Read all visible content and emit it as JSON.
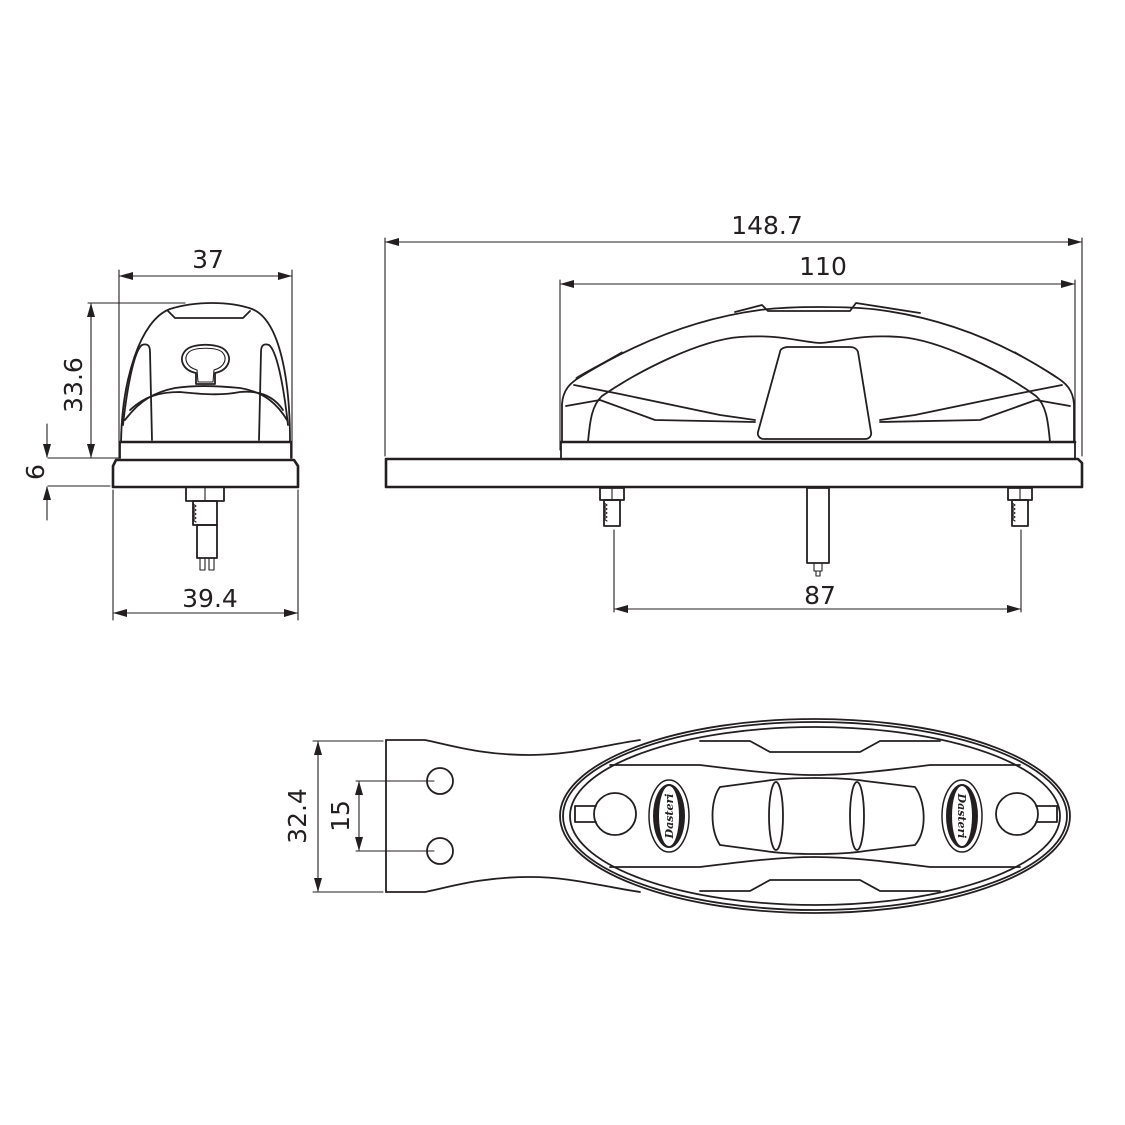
{
  "drawing": {
    "subject": "Dasteri lamp technical drawing",
    "line_color": "#231f20",
    "background": "#ffffff",
    "units": "mm"
  },
  "side_view": {
    "dims": {
      "top_width": "37",
      "height": "33.6",
      "base_thickness": "6",
      "base_width": "39.4"
    }
  },
  "front_view": {
    "dims": {
      "overall_length": "148.7",
      "lens_length": "110",
      "stud_spacing": "87"
    }
  },
  "top_view": {
    "dims": {
      "bracket_height": "32.4",
      "hole_spacing": "15"
    },
    "logos": [
      {
        "text": "Dasteri"
      },
      {
        "text": "Dasteri"
      }
    ]
  }
}
